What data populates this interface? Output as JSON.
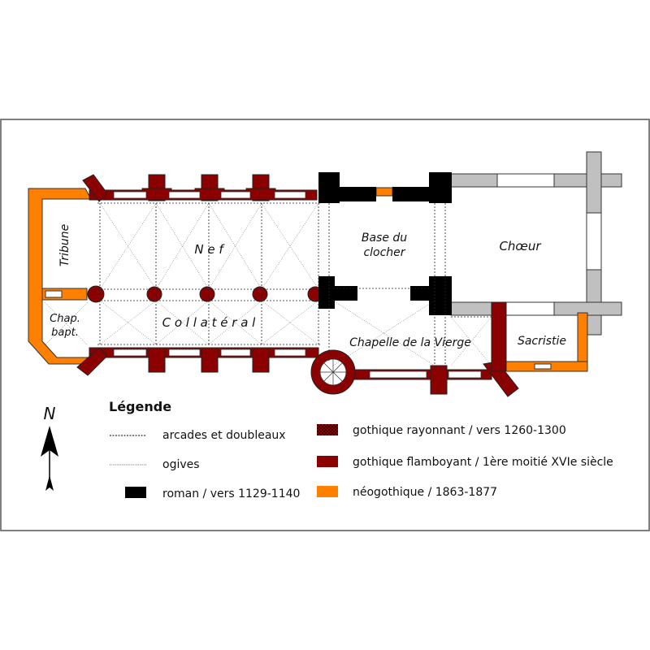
{
  "labels": {
    "tribune": "Tribune",
    "chap_bapt_1": "Chap.",
    "chap_bapt_2": "bapt.",
    "nef": "N e f",
    "collateral": "C o l l a t é r a l",
    "base_clocher_1": "Base du",
    "base_clocher_2": "clocher",
    "choeur": "Chœur",
    "chapelle_vierge": "Chapelle de la Vierge",
    "sacristie": "Sacristie",
    "north": "N"
  },
  "legend": {
    "title": "Légende",
    "lines": [
      {
        "label": "arcades et doubleaux",
        "style": "dotted-dense"
      },
      {
        "label": "ogives",
        "style": "dotted-fine"
      }
    ],
    "styles": [
      {
        "label": "gothique rayonnant / vers 1260-1300",
        "color": "#8b0000",
        "pattern": "checker"
      },
      {
        "label": "gothique flamboyant / 1ère moitié XVIe siècle",
        "color": "#8b0000"
      },
      {
        "label": "roman / vers 1129-1140",
        "color": "#000000"
      },
      {
        "label": "néogothique / 1863-1877",
        "color": "#ff7f00"
      }
    ]
  },
  "colors": {
    "roman": "#000000",
    "flamboyant": "#8b0000",
    "neogothique": "#ff7f00",
    "gris": "#c0c0c0",
    "frame": "#555555"
  }
}
